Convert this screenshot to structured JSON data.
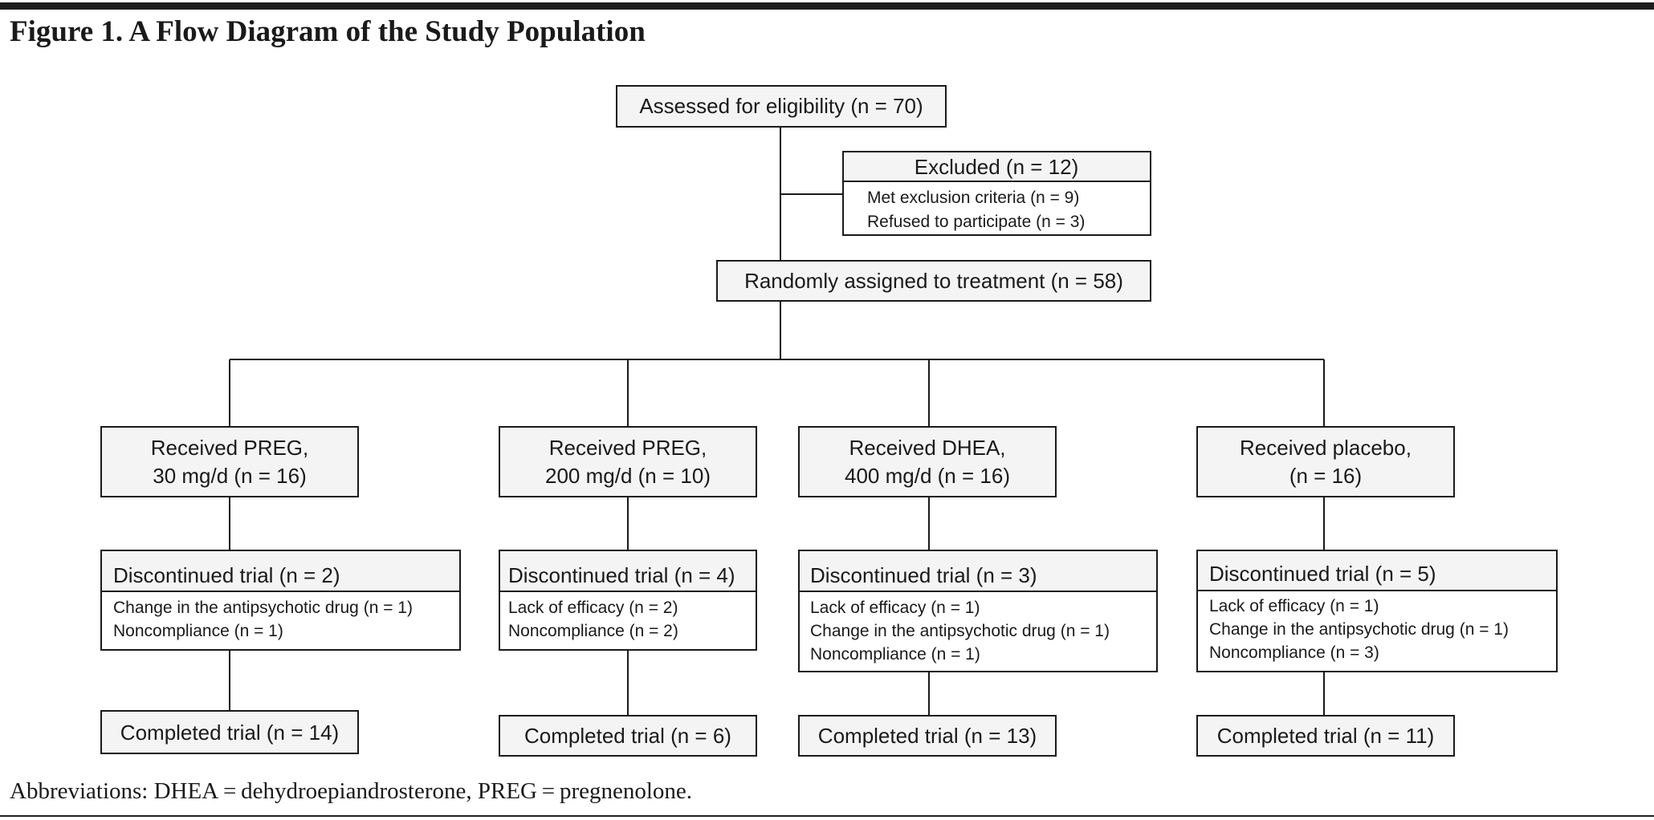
{
  "figure": {
    "title": "Figure 1. A Flow Diagram of the Study Population",
    "footnote": "Abbreviations: DHEA = dehydroepiandrosterone, PREG = pregnenolone."
  },
  "flow": {
    "assessed": "Assessed for eligibility (n = 70)",
    "excluded": {
      "header": "Excluded (n = 12)",
      "reasons": [
        "Met exclusion criteria (n = 9)",
        "Refused to participate (n = 3)"
      ]
    },
    "randomized": "Randomly assigned to treatment (n = 58)",
    "arms": [
      {
        "received": [
          "Received PREG,",
          "30 mg/d (n = 16)"
        ],
        "discontinued": "Discontinued trial (n = 2)",
        "reasons": [
          "Change in the antipsychotic drug (n = 1)",
          "Noncompliance (n = 1)"
        ],
        "completed": "Completed trial (n = 14)"
      },
      {
        "received": [
          "Received PREG,",
          "200 mg/d (n = 10)"
        ],
        "discontinued": "Discontinued trial (n = 4)",
        "reasons": [
          "Lack of efficacy (n = 2)",
          "Noncompliance (n = 2)"
        ],
        "completed": "Completed trial (n = 6)"
      },
      {
        "received": [
          "Received DHEA,",
          "400 mg/d (n = 16)"
        ],
        "discontinued": "Discontinued trial (n = 3)",
        "reasons": [
          "Lack of efficacy (n = 1)",
          "Change in the antipsychotic drug (n = 1)",
          "Noncompliance (n = 1)"
        ],
        "completed": "Completed trial (n = 13)"
      },
      {
        "received": [
          "Received placebo,",
          "(n = 16)"
        ],
        "discontinued": "Discontinued trial (n = 5)",
        "reasons": [
          "Lack of efficacy (n = 1)",
          "Change in the antipsychotic drug (n = 1)",
          "Noncompliance (n = 3)"
        ],
        "completed": "Completed trial (n = 11)"
      }
    ]
  }
}
